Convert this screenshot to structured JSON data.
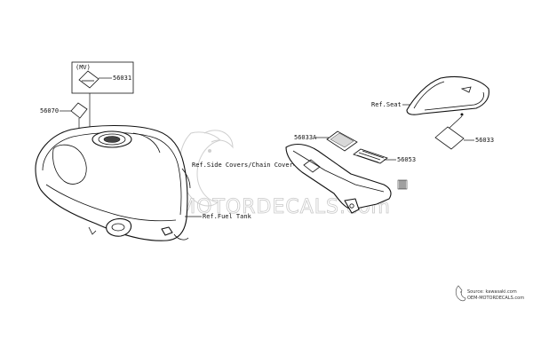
{
  "labels": {
    "mv": "(MV)",
    "p56031": "56031",
    "p56070": "56070",
    "ref_side_covers": "Ref.Side Covers/Chain Cover",
    "ref_fuel_tank": "Ref.Fuel Tank",
    "p56033a": "56033A",
    "p56053": "56053",
    "ref_seat": "Ref.Seat",
    "p56033": "56033"
  },
  "watermark": {
    "text": "OEM MOTORDECALS.com",
    "source_line1": "Source: kawasaki.com",
    "source_line2": "OEM-MOTORDECALS.com"
  },
  "icons": {
    "watermark_logo": "lion-emblem-icon",
    "source_logo": "mini-emblem-icon"
  },
  "colors": {
    "line": "#111111",
    "watermark": "#c9c9c9",
    "background": "#ffffff"
  }
}
